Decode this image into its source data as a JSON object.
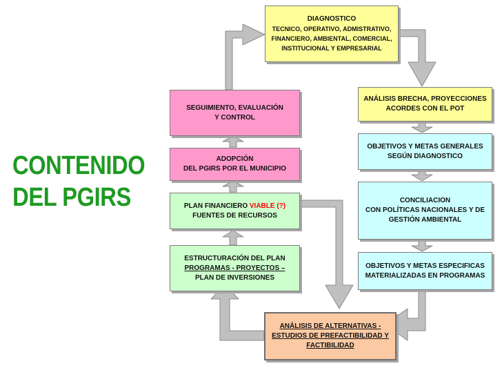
{
  "title": {
    "line1": "CONTENIDO",
    "line2": "DEL PGIRS"
  },
  "nodes": {
    "diagnostico": {
      "heading": "DIAGNOSTICO",
      "lines": [
        "TECNICO,  OPERATIVO,  ADMISTRATIVO,",
        "FINANCIERO,  AMBIENTAL,  COMERCIAL,",
        "INSTITUCIONAL Y EMPRESARIAL"
      ]
    },
    "analisis_brecha": {
      "lines": [
        "ANÁLISIS BRECHA, PROYECCIONES",
        "ACORDES CON EL POT"
      ]
    },
    "objetivos_generales": {
      "lines": [
        "OBJETIVOS  Y METAS GENERALES",
        "SEGÚN  DIAGNOSTICO"
      ]
    },
    "conciliacion": {
      "lines": [
        "CONCILIACION",
        "CON POLÍTICAS NACIONALES Y DE",
        "GESTIÓN AMBIENTAL"
      ]
    },
    "objetivos_especificos": {
      "lines": [
        "OBJETIVOS  Y METAS ESPECIFICAS",
        "MATERIALIZADAS EN PROGRAMAS"
      ]
    },
    "alternativas": {
      "lines": [
        "ANÁLISIS DE ALTERNATIVAS -",
        "ESTUDIOS DE PREFACTIBILIDAD Y",
        "FACTIBILIDAD"
      ]
    },
    "estructuracion": {
      "lines": [
        "ESTRUCTURACIÓN DEL PLAN",
        "PROGRAMAS - PROYECTOS –",
        "PLAN DE INVERSIONES"
      ]
    },
    "plan_financiero": {
      "line1_prefix": "PLAN FINANCIERO ",
      "line1_highlight": "VIABLE (?)",
      "line2": "FUENTES DE RECURSOS"
    },
    "adopcion": {
      "lines": [
        "ADOPCIÓN",
        "DEL PGIRS POR  EL MUNICIPIO"
      ]
    },
    "seguimiento": {
      "lines": [
        "SEGUIMIENTO, EVALUACIÓN",
        "Y CONTROL"
      ]
    }
  },
  "colors": {
    "title": "#1e9a22",
    "diagnostico": "#ffff99",
    "analisis_brecha": "#ffff99",
    "pink": "#ff99cc",
    "green": "#ccffcc",
    "cyan": "#ccffff",
    "orange": "#fbc9a3",
    "highlight": "#ff0000",
    "arrow_fill": "#c0c0c0",
    "arrow_stroke": "#8a8a8a"
  }
}
